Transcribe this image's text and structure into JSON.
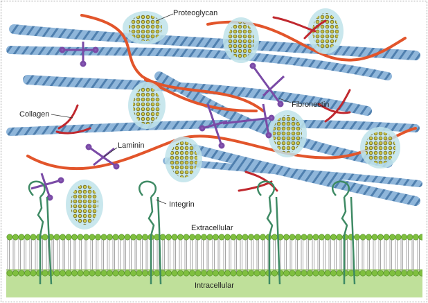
{
  "labels": {
    "proteoglycan": "Proteoglycan",
    "collagen": "Collagen",
    "fibronectin": "Fibronectin",
    "laminin": "Laminin",
    "integrin": "Integrin",
    "extracellular": "Extracellular",
    "intracellular": "Intracellular"
  },
  "colors": {
    "collagen": "#7aa6cf",
    "collagen_dark": "#3f6f9c",
    "hyaluronan": "#e2552b",
    "proteoglycan_halo": "#bfe3ea",
    "proteoglycan_bead": "#c8c04a",
    "laminin": "#7a4aa6",
    "fibronectin": "#c0282e",
    "integrin": "#3e8a64",
    "membrane_head": "#7fbf3f",
    "cytoplasm": "#bfe09a"
  }
}
